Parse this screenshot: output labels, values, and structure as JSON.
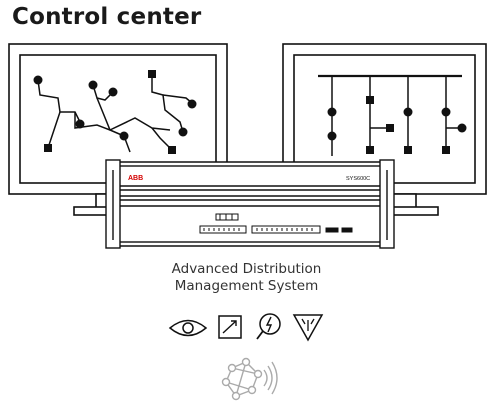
{
  "title": "Control center",
  "device": {
    "brand": "ABB",
    "model": "SYS600C"
  },
  "caption": {
    "line1": "Advanced Distribution",
    "line2": "Management System"
  },
  "icons": [
    "eye-icon",
    "trend-chart-icon",
    "fault-locate-icon",
    "network-filter-icon",
    "wireless-network-icon"
  ],
  "colors": {
    "stroke": "#111111",
    "brand": "#d40000",
    "background": "#ffffff"
  }
}
